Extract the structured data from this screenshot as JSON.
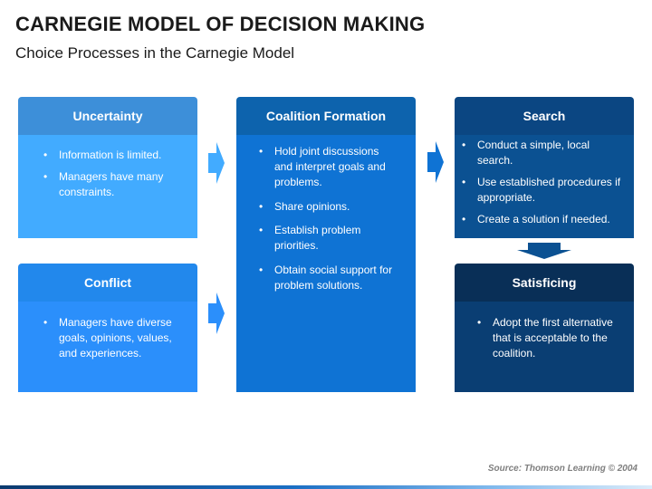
{
  "header": {
    "title": "CARNEGIE MODEL OF DECISION MAKING",
    "subtitle": "Choice Processes in the Carnegie Model"
  },
  "cards": {
    "uncertainty": {
      "title": "Uncertainty",
      "bullets": [
        "Information is limited.",
        "Managers have many constraints."
      ]
    },
    "conflict": {
      "title": "Conflict",
      "bullets": [
        "Managers have diverse goals, opinions, values, and experiences."
      ]
    },
    "coalition": {
      "title": "Coalition Formation",
      "bullets": [
        "Hold joint discussions and interpret goals and problems.",
        "Share opinions.",
        "Establish problem priorities.",
        "Obtain social support for problem solutions."
      ]
    },
    "search": {
      "title": "Search",
      "bullets": [
        "Conduct a simple, local search.",
        "Use established procedures if appropriate.",
        "Create a solution if needed."
      ]
    },
    "satisficing": {
      "title": "Satisficing",
      "bullets": [
        "Adopt the first alternative that is acceptable to the coalition."
      ]
    }
  },
  "footer": {
    "source": "Source: Thomson Learning © 2004"
  },
  "colors": {
    "uncertainty": "#42abff",
    "conflict": "#2b8ffb",
    "coalition": "#0f73d4",
    "search": "#0b5192",
    "satisficing": "#0a3e73"
  },
  "icons": [
    "arrow-right-icon",
    "arrow-down-icon"
  ]
}
